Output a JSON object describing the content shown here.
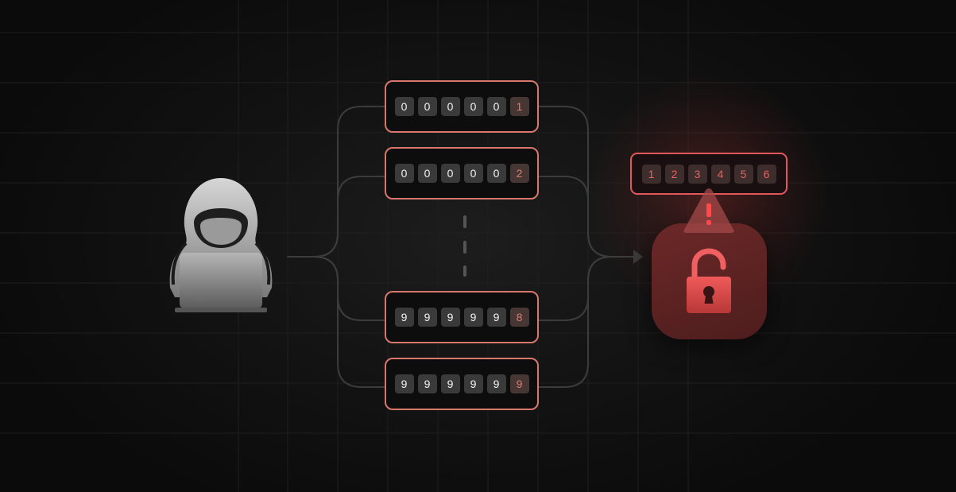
{
  "guess_rows": [
    {
      "digits": [
        "0",
        "0",
        "0",
        "0",
        "0"
      ],
      "last": "1"
    },
    {
      "digits": [
        "0",
        "0",
        "0",
        "0",
        "0"
      ],
      "last": "2"
    },
    {
      "digits": [
        "9",
        "9",
        "9",
        "9",
        "9"
      ],
      "last": "8"
    },
    {
      "digits": [
        "9",
        "9",
        "9",
        "9",
        "9"
      ],
      "last": "9"
    }
  ],
  "target_code": [
    "1",
    "2",
    "3",
    "4",
    "5",
    "6"
  ],
  "icons": {
    "attacker": "hooded-hacker-with-laptop-icon",
    "target": "unlocked-padlock-icon",
    "alert": "warning-triangle-icon"
  },
  "colors": {
    "background": "#0b0b0b",
    "box_border": "#d8776b",
    "highlight_digit": "#e27b6c",
    "alert_red": "#e2585a",
    "lock_tile": "#5e2323"
  }
}
